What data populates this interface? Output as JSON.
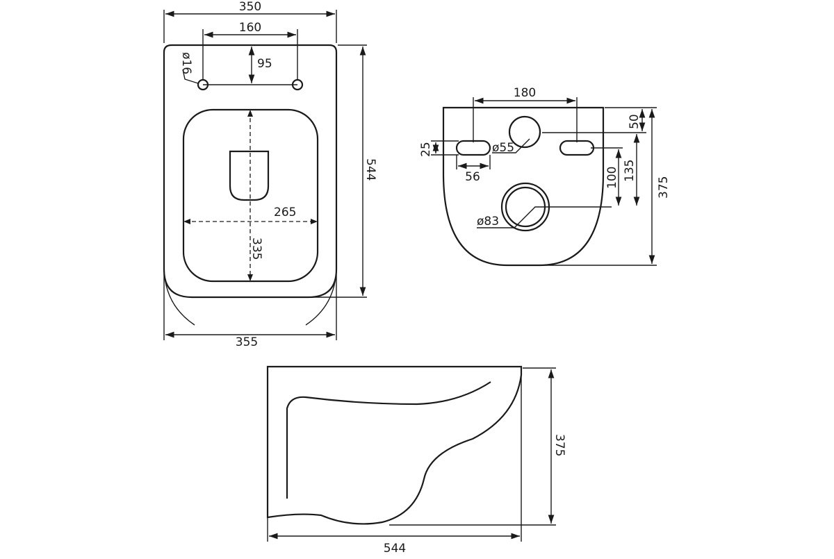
{
  "top_view": {
    "width_top": "350",
    "hole_spacing": "160",
    "hole_offset": "95",
    "hole_diameter": "ø16",
    "bowl_width": "265",
    "bowl_length": "335",
    "length": "544",
    "width_bottom": "355"
  },
  "rear_view": {
    "bolt_spacing": "180",
    "top_offset": "50",
    "slot_height": "25",
    "slot_width": "56",
    "inlet_diameter": "ø55",
    "outlet_diameter": "ø83",
    "outlet_height": "100",
    "inlet_height": "135",
    "total_height": "375"
  },
  "side_view": {
    "height": "375",
    "length": "544"
  }
}
